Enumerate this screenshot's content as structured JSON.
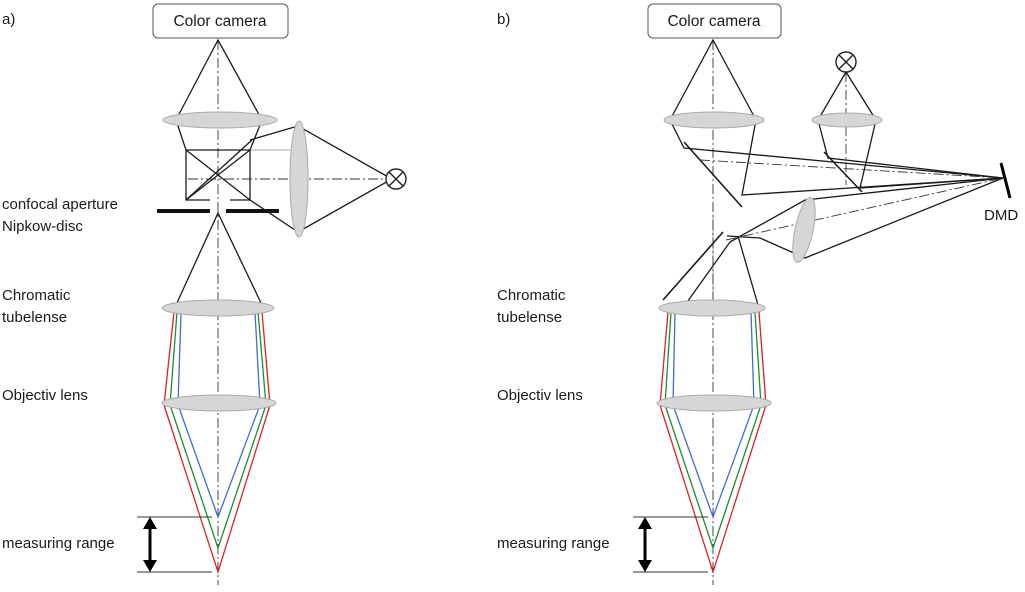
{
  "panel_a": {
    "label": "a)",
    "camera": "Color camera",
    "aperture_line1": "confocal aperture",
    "aperture_line2": "Nipkow-disc",
    "tubelens_line1": "Chromatic",
    "tubelens_line2": "tubelense",
    "objective": "Objectiv lens",
    "measuring_range": "measuring range"
  },
  "panel_b": {
    "label": "b)",
    "camera": "Color camera",
    "dmd": "DMD",
    "tubelens_line1": "Chromatic",
    "tubelens_line2": "tubelense",
    "objective": "Objectiv lens",
    "measuring_range": "measuring range"
  },
  "colors": {
    "red": "#e02020",
    "green": "#1a8f2a",
    "blue": "#3a6fd8",
    "lens_fill": "#d6d6d6"
  },
  "icons": [
    "light-source-icon",
    "double-arrow-icon"
  ]
}
